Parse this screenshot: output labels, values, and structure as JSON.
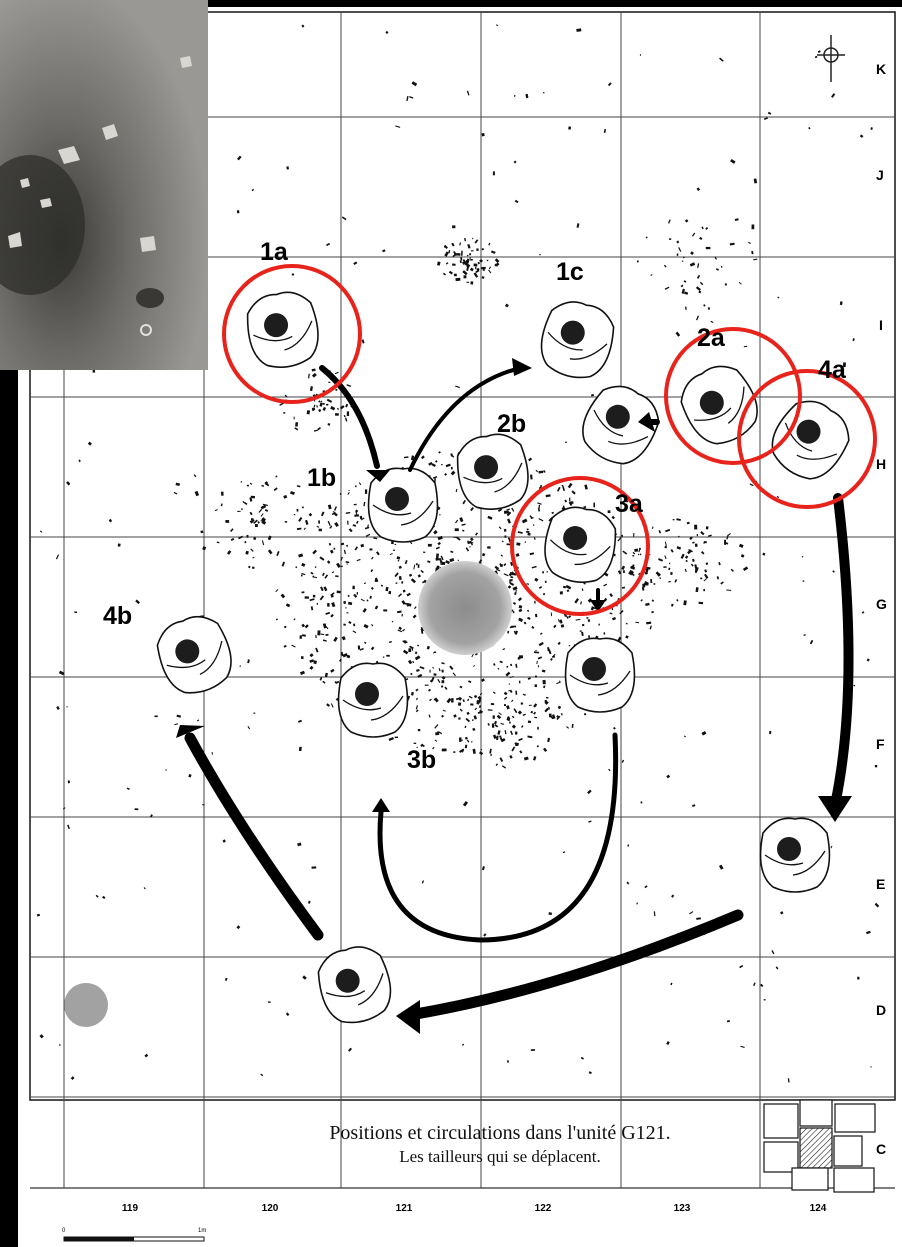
{
  "figure": {
    "caption_line1": "Positions et circulations dans l'unité G121.",
    "caption_line2": "Les tailleurs qui se déplacent.",
    "row_labels": [
      "K",
      "J",
      "I",
      "H",
      "G",
      "F",
      "E",
      "D",
      "C"
    ],
    "column_labels": [
      "119",
      "120",
      "121",
      "122",
      "123",
      "124"
    ],
    "scale_labels": [
      "0",
      "1m"
    ],
    "position_labels": [
      "1a",
      "1b",
      "1c",
      "2a",
      "2b",
      "3a",
      "3b",
      "4a",
      "4b"
    ],
    "colors": {
      "ink": "#111111",
      "highlight": "#e8231c",
      "hearth": "#9a9a9a",
      "photo": "#6f6e6b"
    }
  }
}
